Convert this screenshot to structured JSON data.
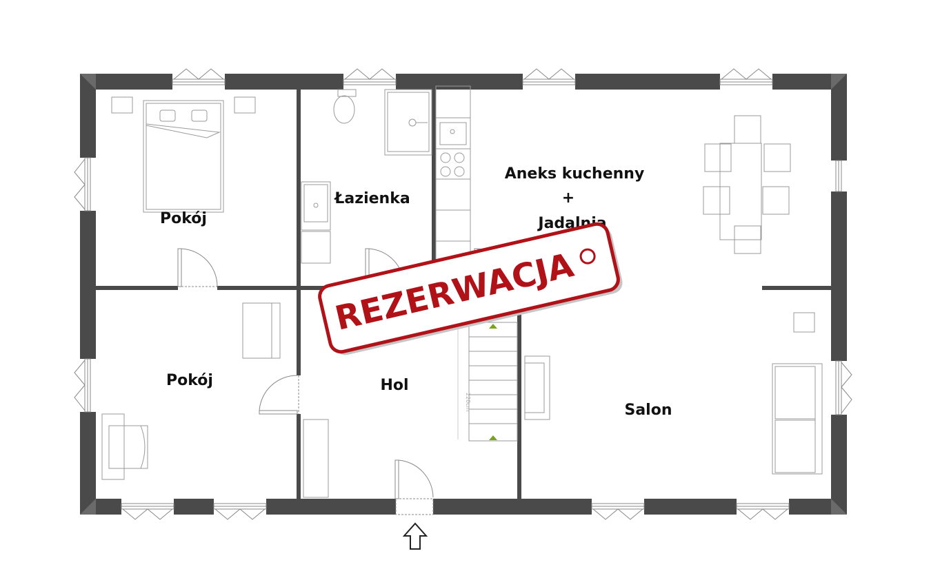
{
  "rooms": {
    "bedroom_top": "Pokój",
    "bathroom": "Łazienka",
    "kitchen_line1": "Aneks kuchenny",
    "kitchen_line2": "+",
    "kitchen_line3": "Jadalnia",
    "bedroom_bottom": "Pokój",
    "hall": "Hol",
    "living": "Salon"
  },
  "stairs_dimension": "220cm",
  "stamp": {
    "text": "REZERWACJA",
    "color": "#b11218"
  },
  "colors": {
    "wall": "#4a4a4a",
    "furniture": "#999999",
    "stair_arrow": "#7aa31a"
  },
  "icons": [
    "entrance-arrow-icon",
    "stamp-circle-icon"
  ]
}
